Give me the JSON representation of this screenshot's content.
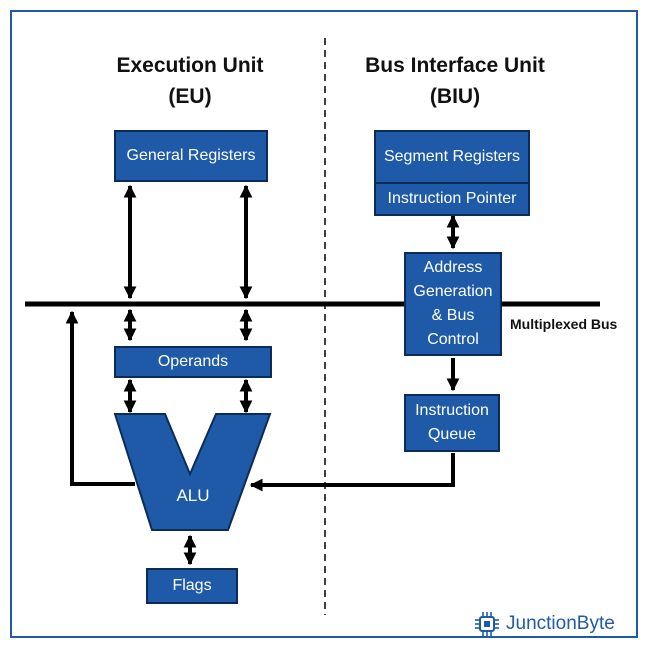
{
  "eu": {
    "title": "Execution Unit",
    "abbr": "(EU)"
  },
  "biu": {
    "title": "Bus Interface Unit",
    "abbr": "(BIU)"
  },
  "blocks": {
    "general_registers": "General Registers",
    "operands": "Operands",
    "alu": "ALU",
    "flags": "Flags",
    "segment_registers": "Segment Registers",
    "instruction_pointer": "Instruction Pointer",
    "address_generation": [
      "Address",
      "Generation",
      "& Bus",
      "Control"
    ],
    "instruction_queue": [
      "Instruction",
      "Queue"
    ]
  },
  "bus_label": "Multiplexed Bus",
  "brand": {
    "name": "JunctionByte"
  },
  "colors": {
    "block_fill": "#1e5aa8",
    "block_border": "#0d2c55",
    "line": "#000000"
  }
}
